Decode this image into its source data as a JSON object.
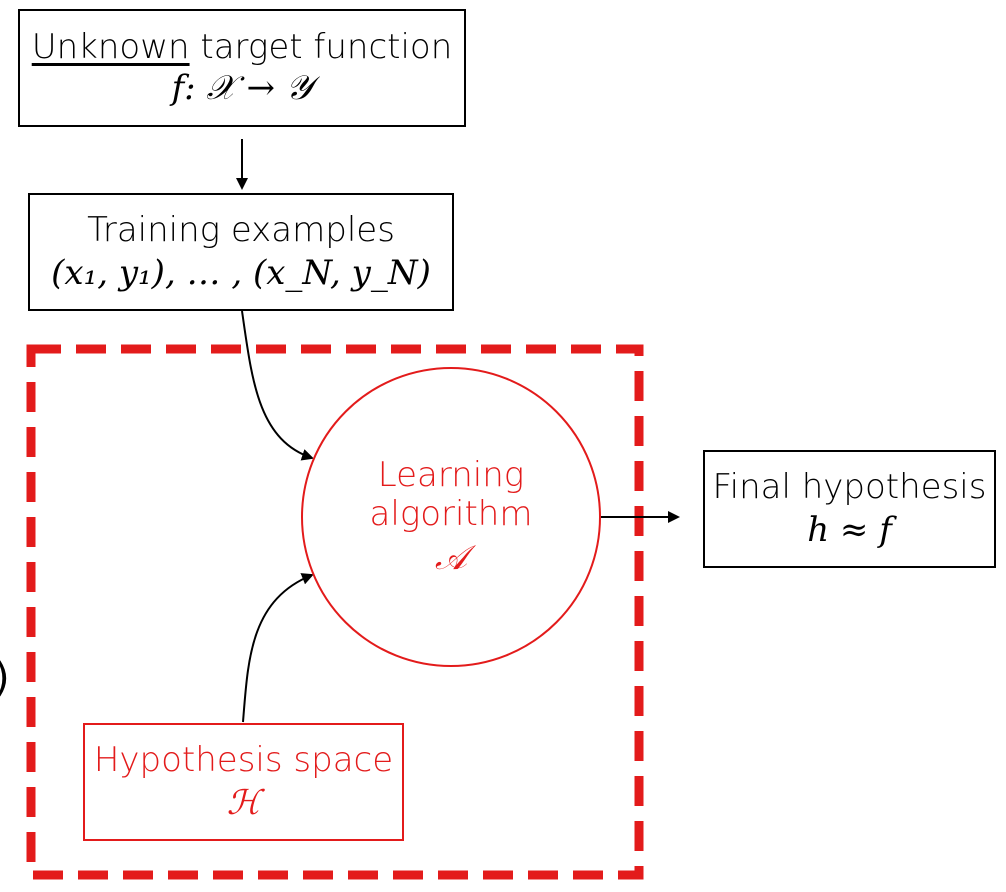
{
  "diagram": {
    "target_box": {
      "label_prefix": "Unknown",
      "label_suffix": " target function",
      "formula": "f: 𝒳 → 𝒴"
    },
    "training_box": {
      "label": "Training examples",
      "formula": "(x₁, y₁), … , (x_N, y_N)"
    },
    "learning_algorithm": {
      "label_line1": "Learning",
      "label_line2": "algorithm",
      "symbol": "𝒜"
    },
    "hypothesis_space": {
      "label": "Hypothesis space",
      "symbol": "ℋ"
    },
    "final_hypothesis": {
      "label": "Final hypothesis",
      "formula": "h ≈ f"
    },
    "edge_fragment": ")"
  },
  "colors": {
    "black": "#000000",
    "highlight_red": "#e31b1b"
  }
}
